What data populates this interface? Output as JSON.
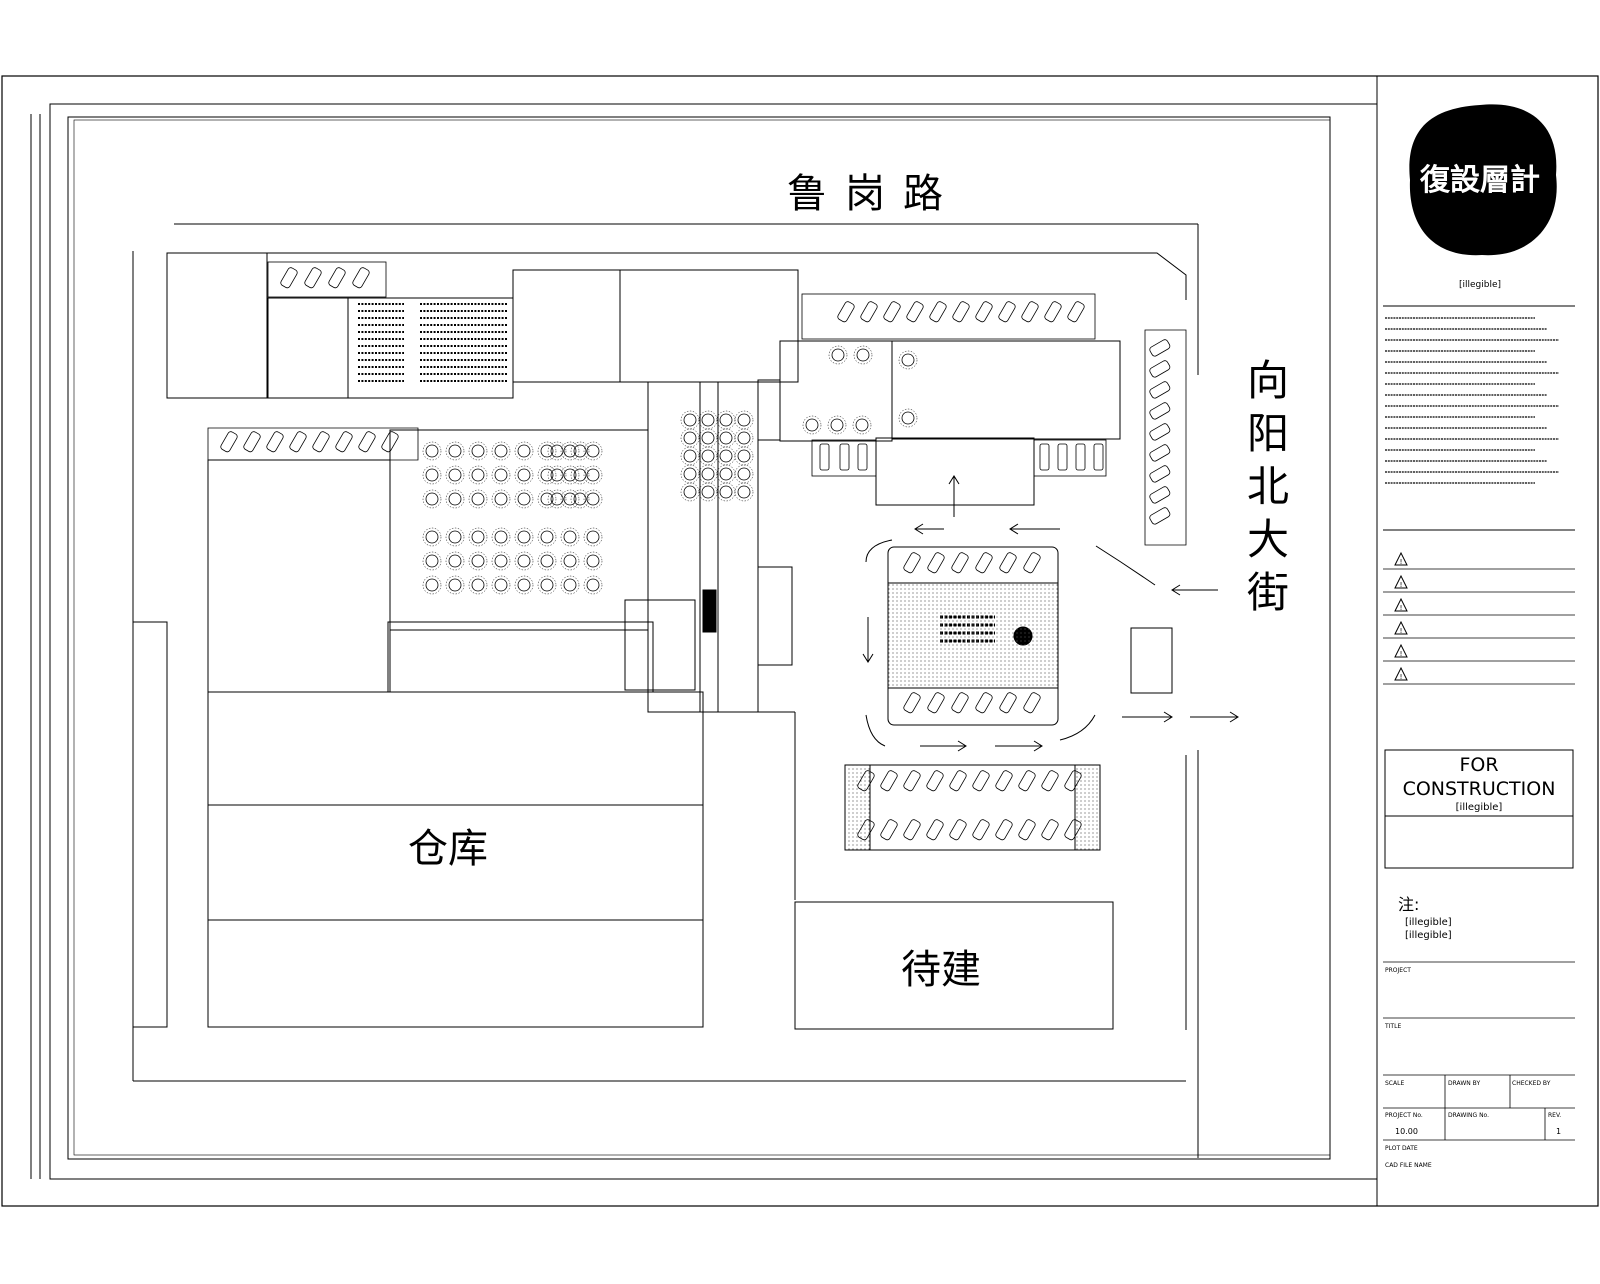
{
  "labels": {
    "road_north": "鲁岗路",
    "road_east": "向阳北大街",
    "warehouse": "仓库",
    "future": "待建"
  },
  "title_block": {
    "logo_text": "復設層計",
    "company_line": "[illegible]",
    "revision_marks": [
      "!",
      "!",
      "!",
      "!",
      "!",
      "!"
    ],
    "construction_line1": "FOR",
    "construction_line2": "CONSTRUCTION",
    "construction_sub": "[illegible]",
    "note_label": "注:",
    "note_text_1": "[illegible]",
    "note_text_2": "[illegible]",
    "project_label": "PROJECT",
    "title_label": "TITLE",
    "scale_label": "SCALE",
    "drawn_by_label": "DRAWN BY",
    "checked_by_label": "CHECKED BY",
    "project_no_label": "PROJECT No.",
    "drawing_no_label": "DRAWING No.",
    "rev_label": "REV.",
    "project_no_value": "10.00",
    "rev_value": "1",
    "plot_date_label": "PLOT DATE",
    "cad_file_label": "CAD FILE NAME"
  }
}
